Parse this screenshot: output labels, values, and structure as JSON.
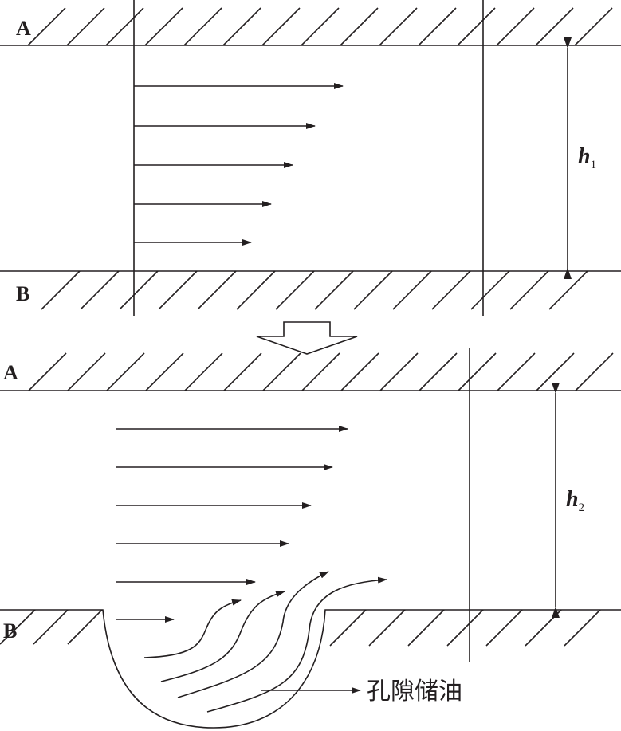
{
  "top_panel": {
    "wall_top_label": "A",
    "wall_bottom_label": "B",
    "height_label": "h",
    "height_sub": "1"
  },
  "bottom_panel": {
    "wall_top_label": "A",
    "wall_bottom_label": "B",
    "height_label": "h",
    "height_sub": "2",
    "pore_label": "孔隙储油"
  },
  "colors": {
    "line": "#231f20",
    "background": "#ffffff"
  }
}
